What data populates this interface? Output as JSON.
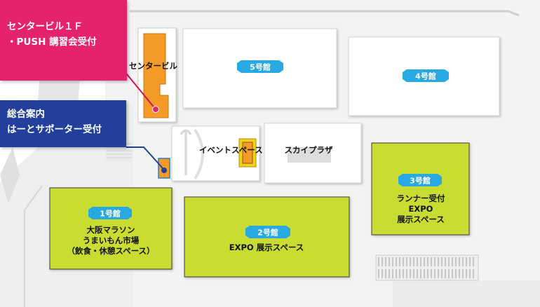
{
  "halls": {
    "hall5": {
      "tag": "5号館"
    },
    "hall4": {
      "tag": "4号館"
    },
    "hall3": {
      "tag": "3号館",
      "lines": [
        "ランナー受付",
        "EXPO",
        "展示スペース"
      ]
    },
    "hall2": {
      "tag": "2号館",
      "lines": [
        "EXPO 展示スペース"
      ]
    },
    "hall1": {
      "tag": "1号館",
      "lines": [
        "大阪マラソン",
        "うまいもん市場",
        "（飲食・休憩スペース）"
      ]
    }
  },
  "areas": {
    "center_building": "センタービル",
    "event_space": "イベントスペース",
    "sky_plaza": "スカイプラザ"
  },
  "callouts": {
    "pink": {
      "lines": [
        "センタービル１Ｆ",
        "・PUSH 講習会受付"
      ]
    },
    "blue": {
      "lines": [
        "総合案内",
        "はーとサポーター受付"
      ]
    }
  },
  "colors": {
    "hall_green": "#c8dc32",
    "tag_blue": "#29a9e1",
    "highlight_orange": "#f39a27",
    "callout_pink": "#e4226e",
    "callout_navy": "#22409b",
    "panel_yellow": "#f2d11c"
  }
}
